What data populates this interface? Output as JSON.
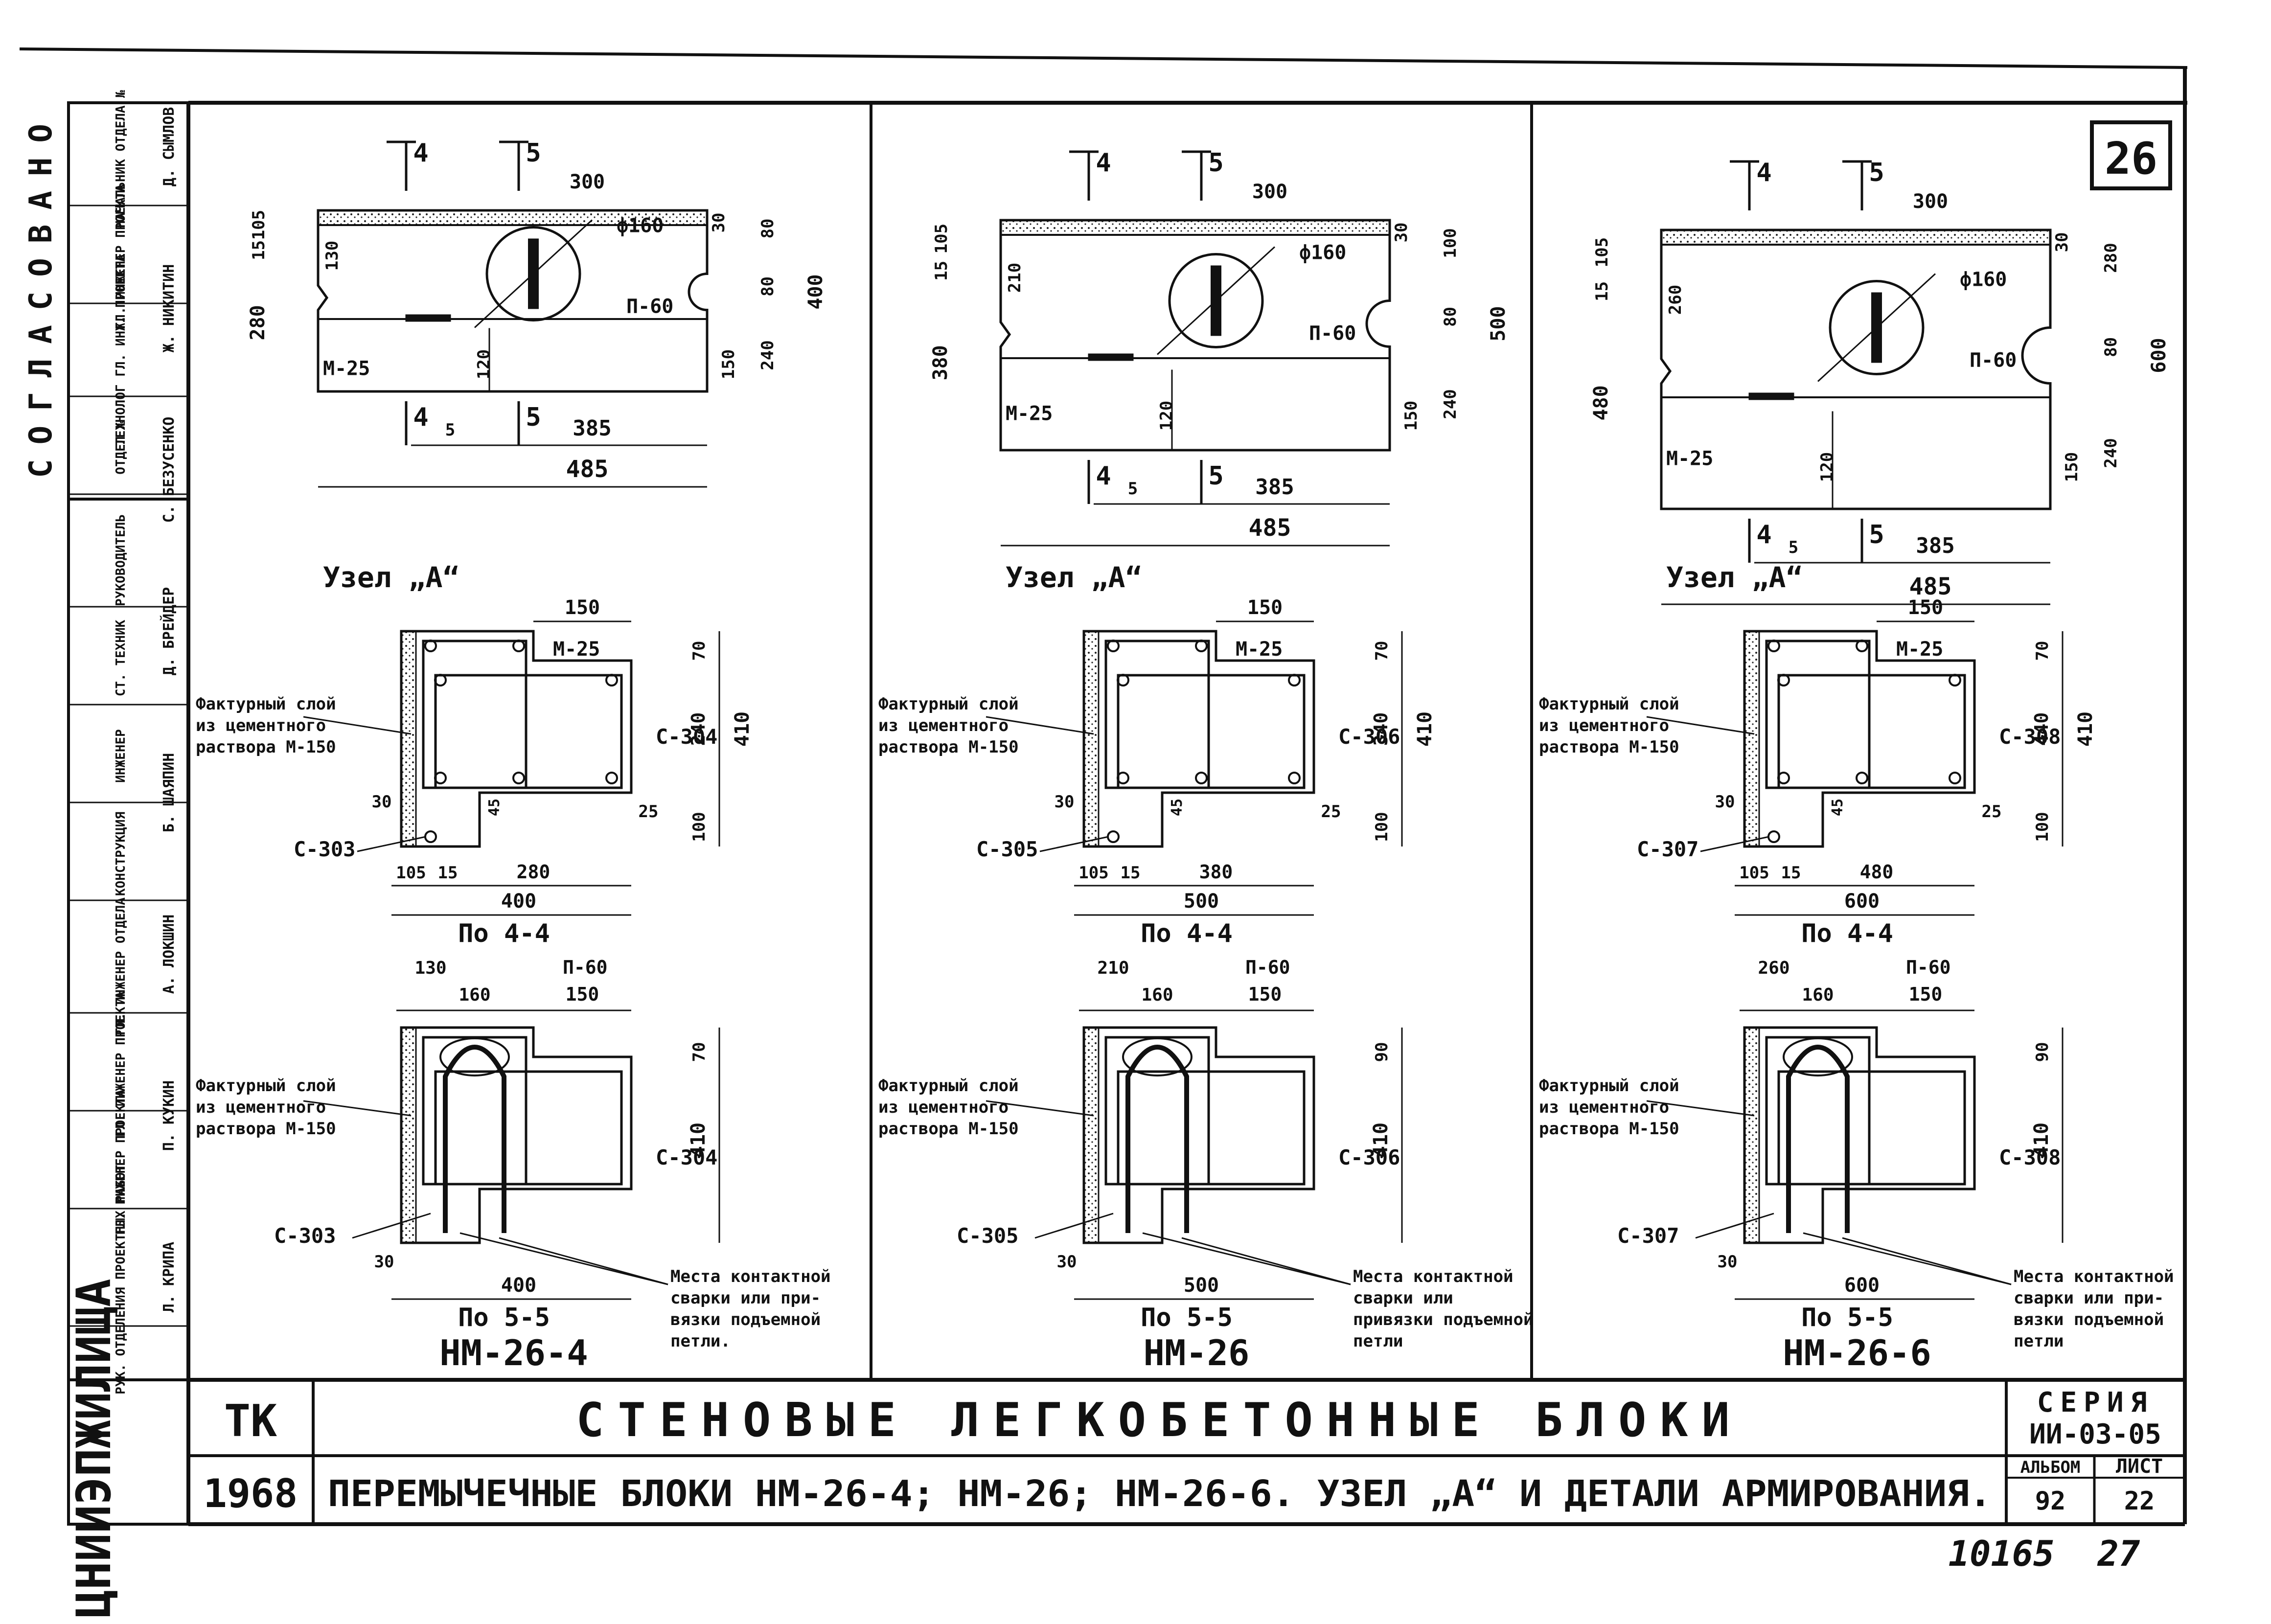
{
  "sheet_number": "26",
  "stamp_org": "ЦНИИЭПЖИЛИЩА",
  "stamp_code": "ТК",
  "stamp_year": "1968",
  "title_main": "СТЕНОВЫЕ ЛЕГКОБЕТОННЫЕ БЛОКИ",
  "title_sub": "ПЕРЕМЫЧЕЧНЫЕ БЛОКИ НМ-26-4; НМ-26; НМ-26-6. УЗЕЛ „А“ И ДЕТАЛИ АРМИРОВАНИЯ.",
  "series_label": "СЕРИЯ",
  "series_value": "ИИ-03-05",
  "album_label": "АЛЬБОМ",
  "album_value": "92",
  "list_label": "ЛИСТ",
  "list_value": "22",
  "footer_codes": [
    "10165",
    "27"
  ],
  "left_strip": {
    "approved": "СОГЛАСОВАНО",
    "rows": [
      "НАЧАЛЬНИК ОТДЕЛА №",
      "ГЛ. ИНЖЕНЕР ПРОЕКТА",
      "ТЕХНОЛОГ ГЛ. ИНЖ. ПРОЕКТА",
      "ОТДЕЛ №",
      "РУКОВОДИТЕЛЬ",
      "СТ. ТЕХНИК",
      "ИНЖЕНЕР",
      "КОНСТРУКЦИЯ",
      "ГЛ. ИНЖЕНЕР ОТДЕЛА",
      "ГЛ. ИНЖЕНЕР ПРОЕКТА",
      "ГЛ. ИНЖЕНЕР ПРОЕКТА",
      "РУК. ОТДЕЛЕНИЯ ПРОЕКТНЫХ РАБОТ"
    ],
    "names": [
      "Д. СЫМЛОВ",
      "Ж. НИКИТИН",
      "С. БЕЗУСЕНКО",
      "Д. БРЕЙДЕР",
      "Б. ШАЯПИН",
      "А. ЛОКШИН",
      "П. КУКИН",
      "Л. КРИПА"
    ]
  },
  "panels": [
    {
      "name": "НМ-26-4",
      "elevation": {
        "section_marks": [
          "4",
          "5"
        ],
        "dims_top": [
          "300",
          "30"
        ],
        "dims_left": [
          "15",
          "105",
          "280"
        ],
        "dims_inner": [
          "130"
        ],
        "dims_right": [
          "80",
          "80",
          "400",
          "150",
          "240"
        ],
        "dims_mid": [
          "120"
        ],
        "dims_bottom": [
          "5",
          "385",
          "485"
        ],
        "labels": [
          "ф160",
          "П-60",
          "М-25"
        ]
      },
      "node_title": "Узел „А“",
      "section44": {
        "caption": "По 4-4",
        "dims_top": [
          "150"
        ],
        "dims_right": [
          "70",
          "240",
          "410",
          "100"
        ],
        "dims_bottom": [
          "105",
          "15",
          "280",
          "400"
        ],
        "dims_misc": [
          "30",
          "45",
          "25"
        ],
        "labels": [
          "М-25",
          "С-304",
          "С-303"
        ],
        "facing_note": [
          "Фактурный слой",
          "из цементного",
          "раствора М-150"
        ]
      },
      "section55": {
        "caption": "По 5-5",
        "dims_top": [
          "130",
          "160",
          "150"
        ],
        "dims_right": [
          "70",
          "410"
        ],
        "dims_bottom": [
          "30",
          "400"
        ],
        "labels": [
          "П-60",
          "С-304",
          "С-303"
        ],
        "facing_note": [
          "Фактурный слой",
          "из цементного",
          "раствора М-150"
        ],
        "weld_note": [
          "Места контактной",
          "сварки или при-",
          "вязки подъемной",
          "петли."
        ]
      }
    },
    {
      "name": "НМ-26",
      "elevation": {
        "section_marks": [
          "4",
          "5"
        ],
        "dims_top": [
          "300",
          "30"
        ],
        "dims_left": [
          "15",
          "105",
          "380"
        ],
        "dims_inner": [
          "210"
        ],
        "dims_right": [
          "100",
          "80",
          "500",
          "150",
          "240"
        ],
        "dims_mid": [
          "120"
        ],
        "dims_bottom": [
          "5",
          "385",
          "485"
        ],
        "labels": [
          "ф160",
          "П-60",
          "М-25"
        ]
      },
      "node_title": "Узел „А“",
      "section44": {
        "caption": "По 4-4",
        "dims_top": [
          "150"
        ],
        "dims_right": [
          "70",
          "340",
          "410",
          "100"
        ],
        "dims_bottom": [
          "105",
          "15",
          "380",
          "500"
        ],
        "dims_misc": [
          "30",
          "45",
          "25"
        ],
        "labels": [
          "М-25",
          "С-306",
          "С-305"
        ],
        "facing_note": [
          "Фактурный слой",
          "из цементного",
          "раствора М-150"
        ]
      },
      "section55": {
        "caption": "По 5-5",
        "dims_top": [
          "210",
          "160",
          "150"
        ],
        "dims_right": [
          "90",
          "410"
        ],
        "dims_bottom": [
          "30",
          "500"
        ],
        "labels": [
          "П-60",
          "С-306",
          "С-305"
        ],
        "facing_note": [
          "Фактурный слой",
          "из цементного",
          "раствора М-150"
        ],
        "weld_note": [
          "Места контактной",
          "сварки или",
          "привязки подъемной",
          "петли"
        ]
      }
    },
    {
      "name": "НМ-26-6",
      "elevation": {
        "section_marks": [
          "4",
          "5"
        ],
        "dims_top": [
          "300",
          "30"
        ],
        "dims_left": [
          "15",
          "105",
          "480"
        ],
        "dims_inner": [
          "260"
        ],
        "dims_right": [
          "280",
          "80",
          "600",
          "150",
          "240"
        ],
        "dims_mid": [
          "120"
        ],
        "dims_bottom": [
          "5",
          "385",
          "485"
        ],
        "labels": [
          "ф160",
          "П-60",
          "М-25"
        ]
      },
      "node_title": "Узел „А“",
      "section44": {
        "caption": "По 4-4",
        "dims_top": [
          "150"
        ],
        "dims_right": [
          "70",
          "440",
          "410",
          "100"
        ],
        "dims_bottom": [
          "105",
          "15",
          "480",
          "600"
        ],
        "dims_misc": [
          "30",
          "45",
          "25"
        ],
        "labels": [
          "М-25",
          "С-308",
          "С-307"
        ],
        "facing_note": [
          "Фактурный слой",
          "из цементного",
          "раствора М-150"
        ]
      },
      "section55": {
        "caption": "По 5-5",
        "dims_top": [
          "260",
          "160",
          "150"
        ],
        "dims_right": [
          "90",
          "410"
        ],
        "dims_bottom": [
          "30",
          "600"
        ],
        "labels": [
          "П-60",
          "С-308",
          "С-307"
        ],
        "facing_note": [
          "Фактурный слой",
          "из цементного",
          "раствора М-150"
        ],
        "weld_note": [
          "Места контактной",
          "сварки или при-",
          "вязки подъемной",
          "петли"
        ]
      }
    }
  ]
}
